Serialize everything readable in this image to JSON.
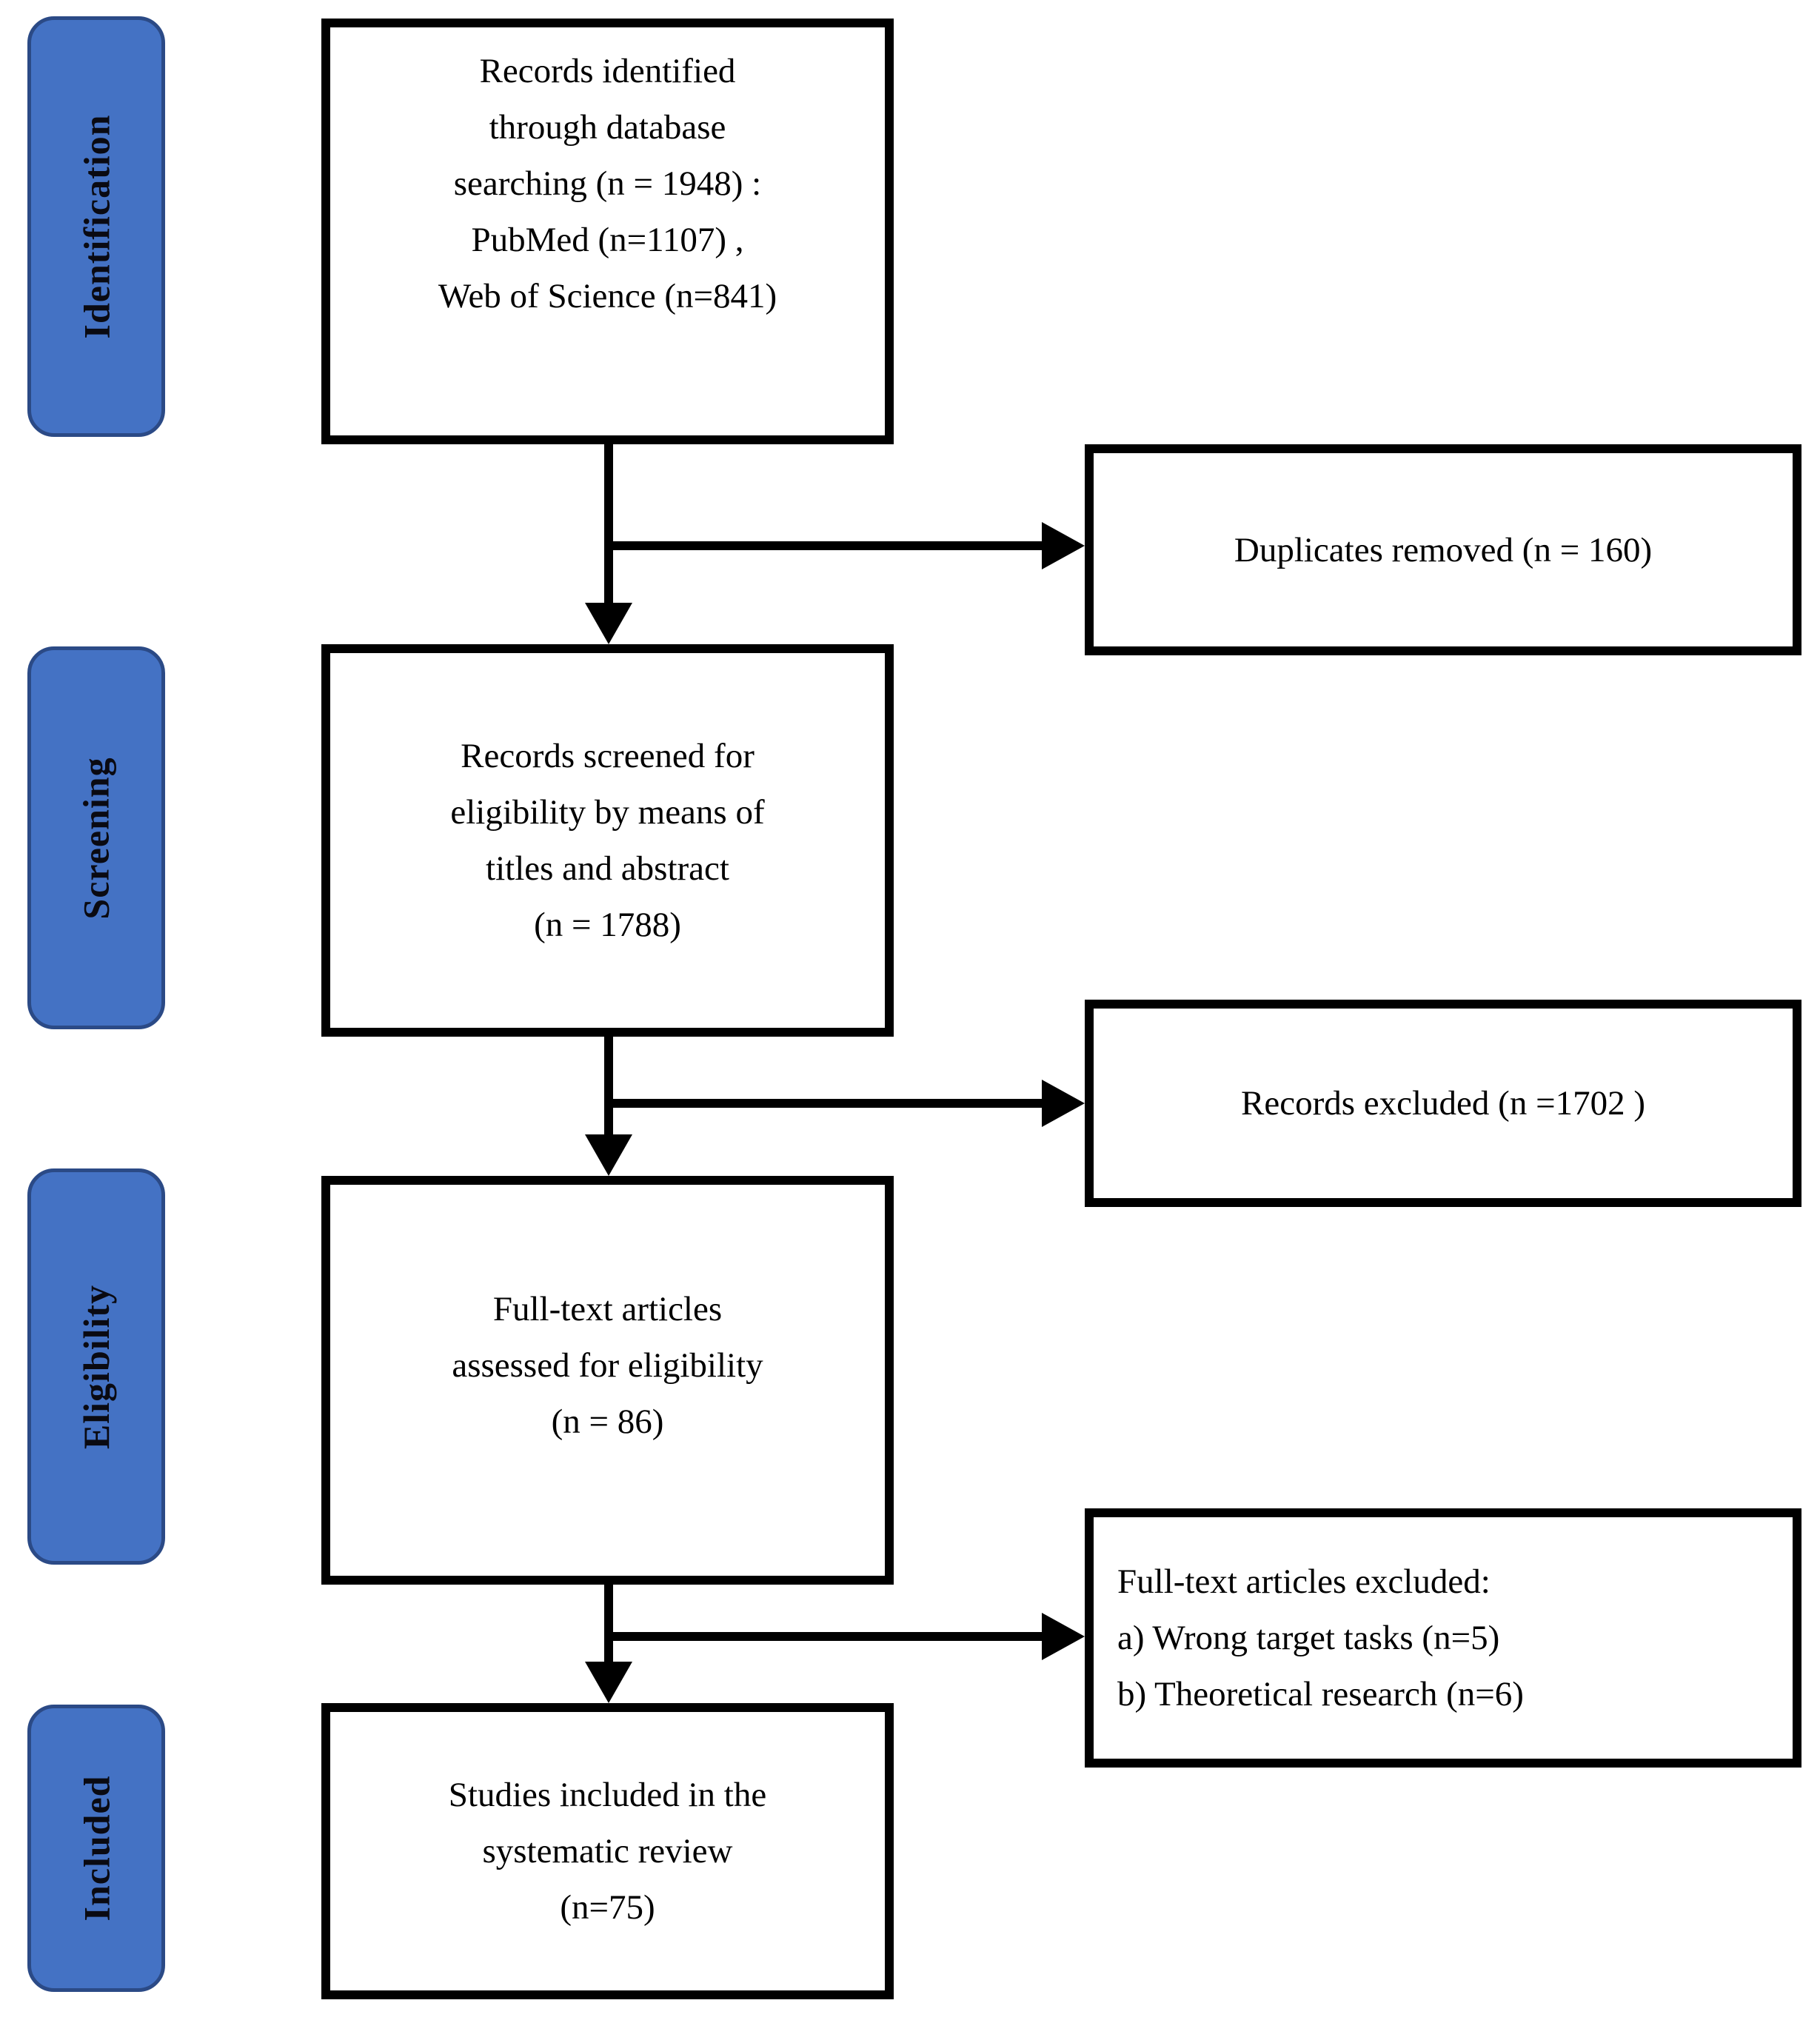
{
  "colors": {
    "stage_fill": "#4472C4",
    "stage_border": "#2B4A86",
    "line": "#000000",
    "background": "#FFFFFF"
  },
  "stages": [
    {
      "label": "Identification"
    },
    {
      "label": "Screening"
    },
    {
      "label": "Eligibility"
    },
    {
      "label": "Included"
    }
  ],
  "flow": [
    {
      "text": "Records identified\nthrough database\nsearching (n = 1948) :\nPubMed (n=1107) ,\nWeb of Science (n=841)"
    },
    {
      "text": "Records screened for\neligibility by means of\ntitles and abstract\n(n = 1788)"
    },
    {
      "text": "Full-text articles\nassessed for eligibility\n(n = 86)"
    },
    {
      "text": "Studies included in the\nsystematic review\n(n=75)"
    }
  ],
  "exclusions": [
    {
      "text": "Duplicates removed (n = 160)"
    },
    {
      "text": "Records excluded (n =1702 )"
    },
    {
      "text": "Full-text articles excluded:\na) Wrong target tasks (n=5)\nb) Theoretical research (n=6)"
    }
  ]
}
